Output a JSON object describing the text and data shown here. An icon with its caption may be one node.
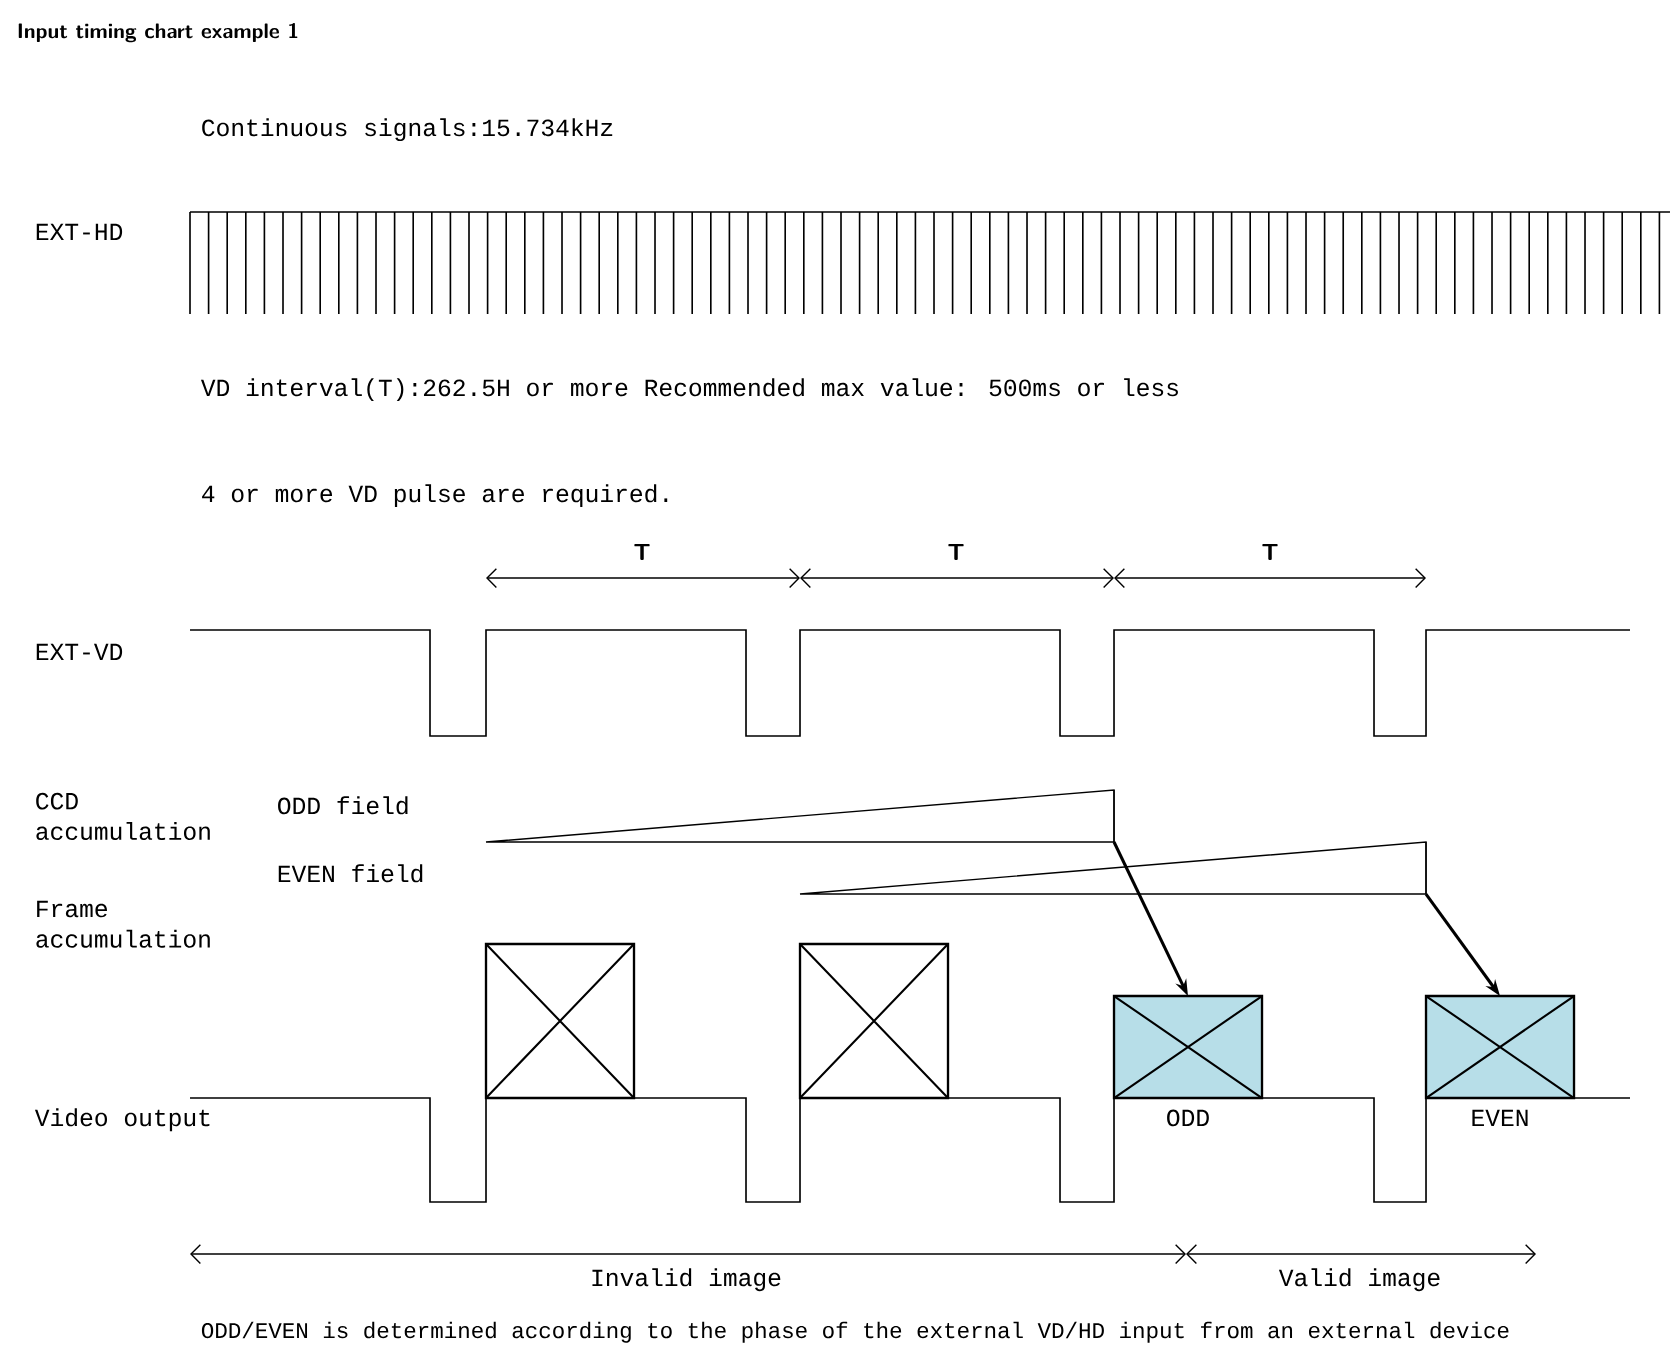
{
  "diagram": {
    "title": "Input timing chart example 1",
    "nodes": [
      {
        "text": [],
        "shape": "triangle"
      },
      {
        "text": [],
        "shape": "triangle"
      },
      {
        "text": [],
        "shape": "box"
      },
      {
        "text": [],
        "shape": "box"
      },
      {
        "text": [],
        "shape": "box",
        "beside": [
          "ODD"
        ]
      },
      {
        "text": [],
        "shape": "box",
        "beside": [
          "EVEN"
        ]
      }
    ],
    "edges": [
      {
        "from": 0,
        "to": 4,
        "arrow": "to"
      },
      {
        "from": 1,
        "to": 5,
        "arrow": "to"
      }
    ],
    "labels": [
      "Continuous signals:15.734kHz",
      "EXT-HD",
      "VD interval(T):262.5H or more Recommended max value: 500ms or less",
      "4 or more VD pulse are required.",
      "T",
      "T",
      "T",
      "EXT-VD",
      "CCD accumulation",
      "ODD field",
      "EVEN field",
      "Frame accumulation",
      "Video output",
      "Invalid image",
      "Valid image",
      "ODD/EVEN is determined according to the phase of the external VD/HD input from an external device"
    ]
  }
}
